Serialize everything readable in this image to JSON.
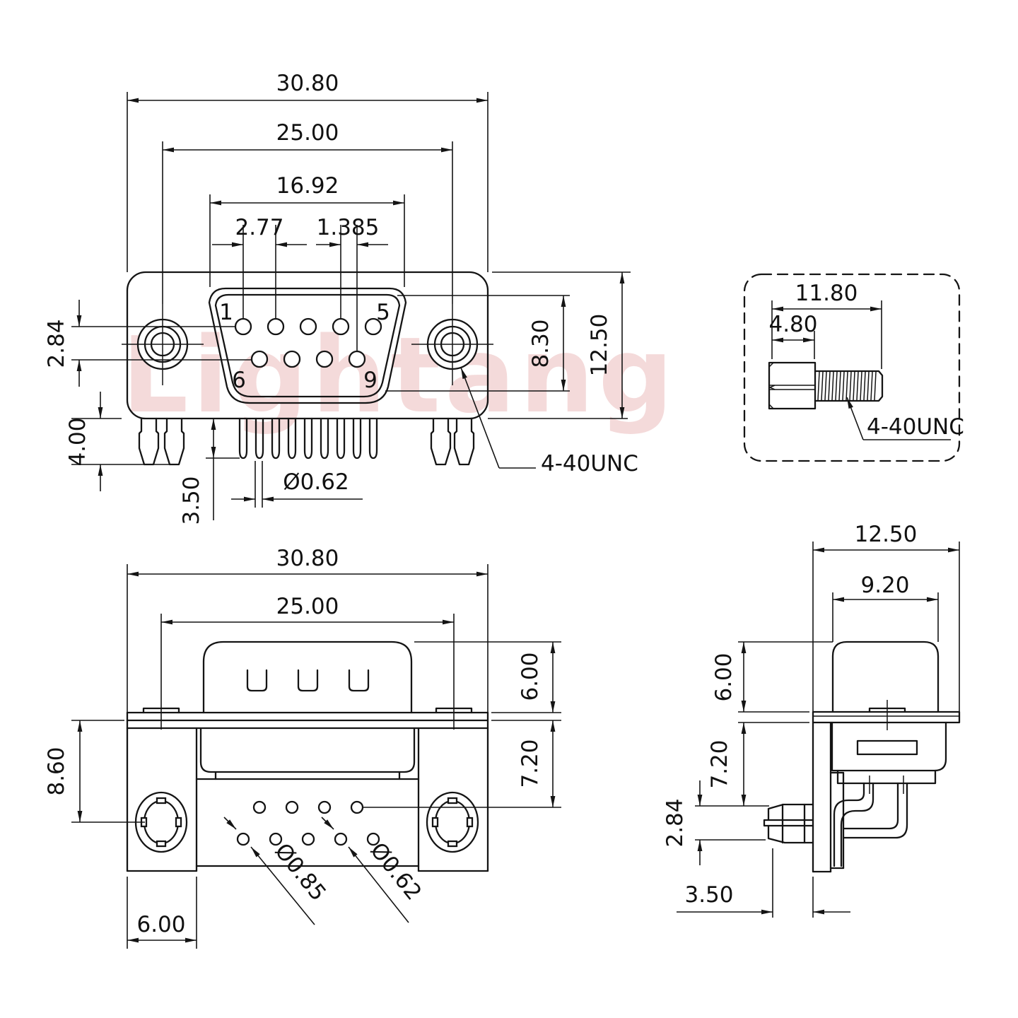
{
  "watermark": "Lightang",
  "front_view": {
    "dim_width": "30.80",
    "dim_screw_spacing": "25.00",
    "dim_shroud_width": "16.92",
    "dim_pin_pitch": "2.77",
    "dim_row_offset": "1.385",
    "dim_row_spacing": "2.84",
    "dim_boardlock_length": "4.00",
    "dim_pin_length": "3.50",
    "dim_shroud_height": "8.30",
    "dim_body_height": "12.50",
    "dim_pin_diameter": "Ø0.62",
    "thread_label": "4-40UNC",
    "pin_1": "1",
    "pin_5": "5",
    "pin_6": "6",
    "pin_9": "9"
  },
  "screw_detail_view": {
    "dim_total_length": "11.80",
    "dim_head_length": "4.80",
    "thread_label": "4-40UNC"
  },
  "rear_view": {
    "dim_width": "30.80",
    "dim_screw_spacing": "25.00",
    "dim_ear_width": "6.00",
    "dim_screw_offset": "8.60",
    "dim_shroud_depth": "6.00",
    "dim_body_depth": "7.20",
    "dim_hole_diameter_large": "Ø0.85",
    "dim_hole_diameter_small": "Ø0.62"
  },
  "side_view": {
    "dim_depth": "12.50",
    "dim_shroud_width": "9.20",
    "dim_shroud_height": "6.00",
    "dim_body_height": "7.20",
    "dim_row_spacing": "2.84",
    "dim_pin_offset": "3.50"
  }
}
